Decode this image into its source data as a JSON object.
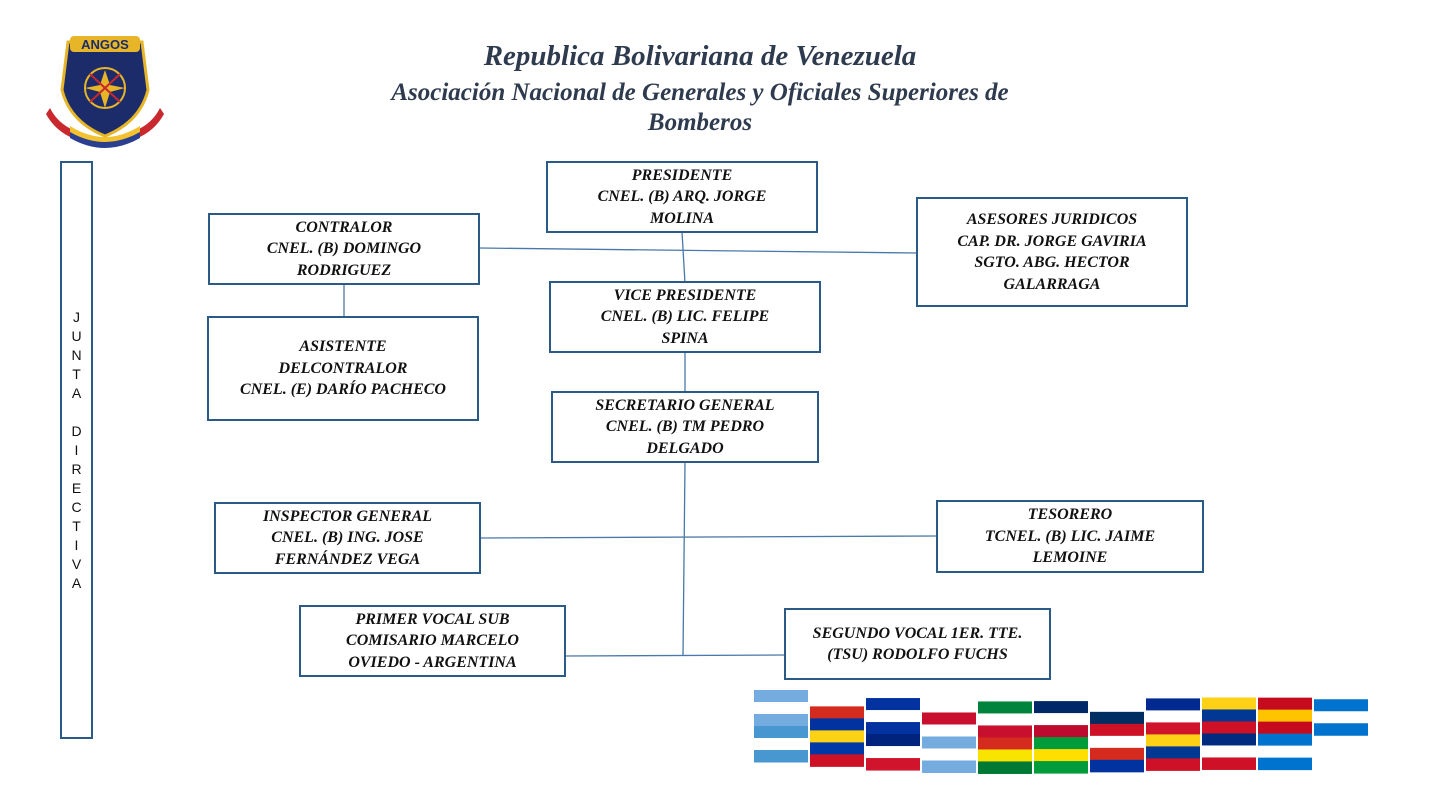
{
  "header": {
    "line1": "Republica Bolivariana de Venezuela",
    "line2": "Asociación Nacional de Generales y Oficiales Superiores de",
    "line3": "Bomberos"
  },
  "logo": {
    "acronym": "ANGOS",
    "icon": "firefighter-shield-emblem-icon"
  },
  "side_label": "JUNTA DIRECTIVA",
  "boxes": {
    "presidente": [
      "PRESIDENTE",
      "CNEL. (B) ARQ. JORGE",
      "MOLINA"
    ],
    "contralor": [
      "CONTRALOR",
      "CNEL. (B) DOMINGO",
      "RODRIGUEZ"
    ],
    "asesores": [
      "ASESORES JURIDICOS",
      "CAP. DR. JORGE GAVIRIA",
      "SGTO. ABG. HECTOR",
      "GALARRAGA"
    ],
    "asistente": [
      "ASISTENTE",
      "DELCONTRALOR",
      "CNEL. (E)  DARÍO PACHECO"
    ],
    "vice": [
      "VICE PRESIDENTE",
      "CNEL. (B) LIC. FELIPE",
      "SPINA"
    ],
    "secretario": [
      "SECRETARIO GENERAL",
      "CNEL. (B) TM  PEDRO",
      "DELGADO"
    ],
    "inspector": [
      "INSPECTOR GENERAL",
      "CNEL. (B) ING. JOSE",
      "FERNÁNDEZ VEGA"
    ],
    "tesorero": [
      "TESORERO",
      "TCNEL. (B) LIC. JAIME",
      "LEMOINE"
    ],
    "primer_vocal": [
      "PRIMER VOCAL SUB",
      "COMISARIO MARCELO",
      "OVIEDO - ARGENTINA"
    ],
    "segundo_vocal": [
      "SEGUNDO VOCAL 1ER. TTE.",
      "(TSU) RODOLFO FUCHS"
    ]
  },
  "colors": {
    "box_border": "#2b5a86",
    "line": "#4a78a8",
    "title": "#2e3b4e"
  },
  "flags_icon": "latin-american-flags-banner-icon"
}
